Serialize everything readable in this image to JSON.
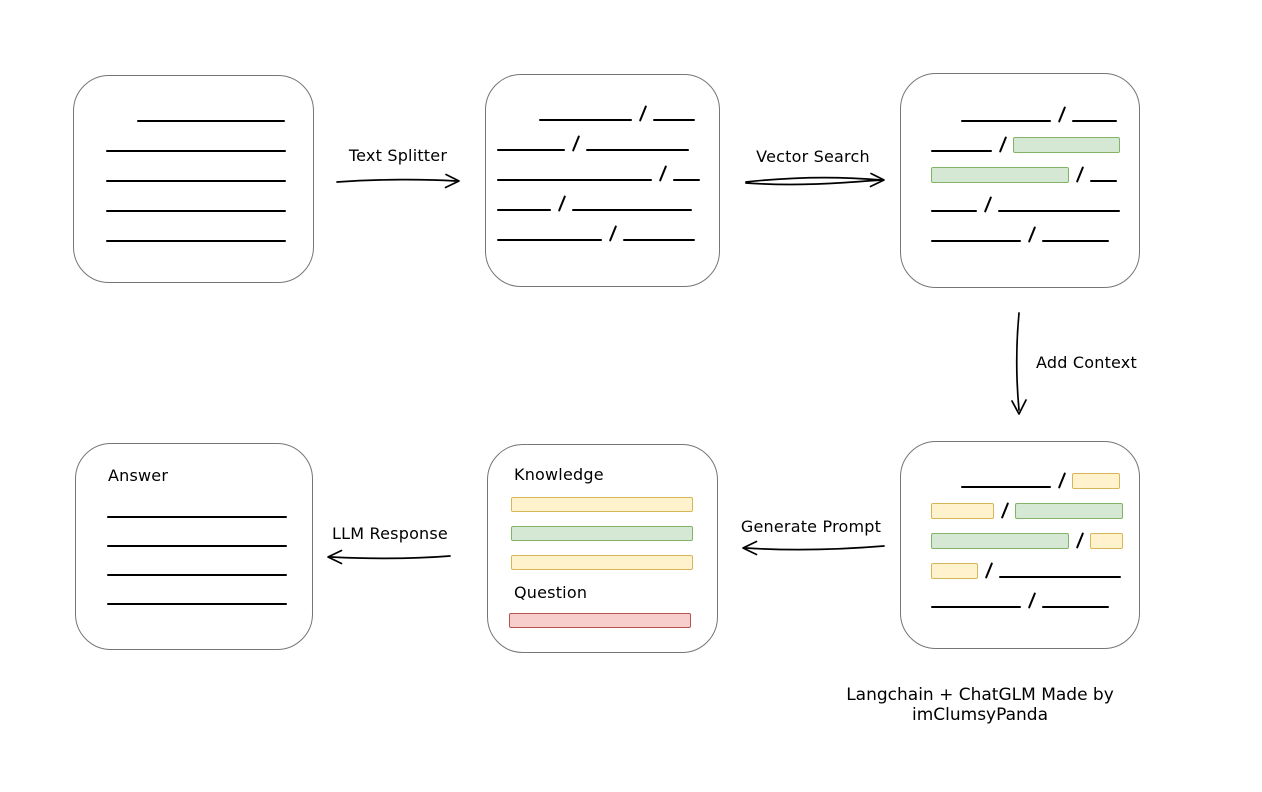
{
  "diagram": {
    "caption": "Langchain + ChatGLM Made by imClumsyPanda",
    "arrow_labels": {
      "text_splitter": "Text Splitter",
      "vector_search": "Vector Search",
      "add_context": "Add Context",
      "generate_prompt": "Generate Prompt",
      "llm_response": "LLM Response"
    },
    "prompt_box": {
      "knowledge_label": "Knowledge",
      "question_label": "Question"
    },
    "answer_box": {
      "label": "Answer"
    }
  },
  "colors": {
    "green": {
      "fill": "#d5e8d4",
      "stroke": "#82b366"
    },
    "yellow": {
      "fill": "#fff2cc",
      "stroke": "#d6b656"
    },
    "red": {
      "fill": "#f8cecc",
      "stroke": "#b85450"
    },
    "box_border": "#767676",
    "line_color": "#000000"
  },
  "boxes": {
    "document": {
      "rows": [
        [
          {
            "t": "space",
            "w": 31
          },
          {
            "t": "line",
            "w": 148
          }
        ],
        [
          {
            "t": "line",
            "w": 180
          }
        ],
        [
          {
            "t": "line",
            "w": 180
          }
        ],
        [
          {
            "t": "line",
            "w": 180
          }
        ],
        [
          {
            "t": "line",
            "w": 180
          }
        ]
      ]
    },
    "chunks": {
      "rows": [
        [
          {
            "t": "space",
            "w": 42
          },
          {
            "t": "line",
            "w": 93
          },
          {
            "t": "slash"
          },
          {
            "t": "line",
            "w": 42
          }
        ],
        [
          {
            "t": "line",
            "w": 68
          },
          {
            "t": "slash"
          },
          {
            "t": "line",
            "w": 103
          }
        ],
        [
          {
            "t": "line",
            "w": 155
          },
          {
            "t": "slash"
          },
          {
            "t": "line",
            "w": 27
          }
        ],
        [
          {
            "t": "line",
            "w": 54
          },
          {
            "t": "slash"
          },
          {
            "t": "line",
            "w": 120
          }
        ],
        [
          {
            "t": "line",
            "w": 105
          },
          {
            "t": "slash"
          },
          {
            "t": "line",
            "w": 72
          }
        ]
      ]
    },
    "search_results": {
      "rows": [
        [
          {
            "t": "space",
            "w": 30
          },
          {
            "t": "line",
            "w": 90
          },
          {
            "t": "slash"
          },
          {
            "t": "line",
            "w": 45
          }
        ],
        [
          {
            "t": "line",
            "w": 61
          },
          {
            "t": "slash"
          },
          {
            "t": "bar",
            "c": "green",
            "w": 107
          }
        ],
        [
          {
            "t": "bar",
            "c": "green",
            "w": 138
          },
          {
            "t": "slash"
          },
          {
            "t": "line",
            "w": 27
          }
        ],
        [
          {
            "t": "line",
            "w": 46
          },
          {
            "t": "slash"
          },
          {
            "t": "line",
            "w": 122
          }
        ],
        [
          {
            "t": "line",
            "w": 90
          },
          {
            "t": "slash"
          },
          {
            "t": "line",
            "w": 67
          }
        ]
      ]
    },
    "context": {
      "rows": [
        [
          {
            "t": "space",
            "w": 30
          },
          {
            "t": "line",
            "w": 90
          },
          {
            "t": "slash"
          },
          {
            "t": "bar",
            "c": "yellow",
            "w": 48
          }
        ],
        [
          {
            "t": "bar",
            "c": "yellow",
            "w": 63
          },
          {
            "t": "slash"
          },
          {
            "t": "bar",
            "c": "green",
            "w": 108
          }
        ],
        [
          {
            "t": "bar",
            "c": "green",
            "w": 138
          },
          {
            "t": "slash"
          },
          {
            "t": "bar",
            "c": "yellow",
            "w": 33
          }
        ],
        [
          {
            "t": "bar",
            "c": "yellow",
            "w": 47
          },
          {
            "t": "slash"
          },
          {
            "t": "line",
            "w": 122
          }
        ],
        [
          {
            "t": "line",
            "w": 90
          },
          {
            "t": "slash"
          },
          {
            "t": "line",
            "w": 67
          }
        ]
      ]
    },
    "prompt": {
      "knowledge_rows": [
        [
          {
            "t": "bar",
            "c": "yellow",
            "w": 182
          }
        ],
        [
          {
            "t": "bar",
            "c": "green",
            "w": 182
          }
        ],
        [
          {
            "t": "bar",
            "c": "yellow",
            "w": 182
          }
        ]
      ],
      "question_rows": [
        [
          {
            "t": "bar",
            "c": "red",
            "w": 182
          }
        ]
      ]
    },
    "answer": {
      "rows": [
        [
          {
            "t": "line",
            "w": 180
          }
        ],
        [
          {
            "t": "line",
            "w": 180
          }
        ],
        [
          {
            "t": "line",
            "w": 180
          }
        ],
        [
          {
            "t": "line",
            "w": 180
          }
        ]
      ]
    }
  }
}
